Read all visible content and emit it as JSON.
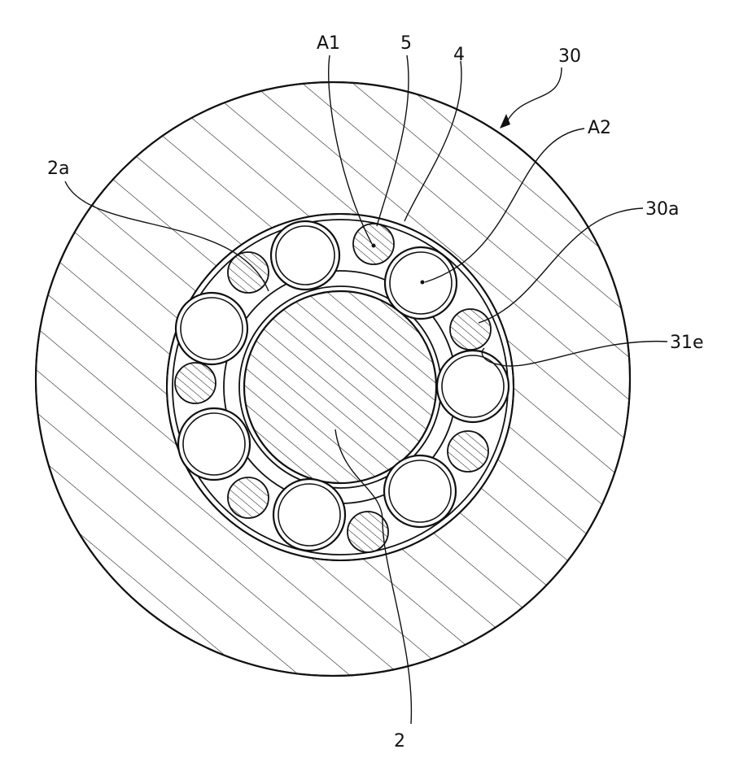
{
  "figure": {
    "labels": {
      "a1": "A1",
      "five": "5",
      "four": "4",
      "thirty": "30",
      "a2": "A2",
      "two_a": "2a",
      "thirty_a": "30a",
      "thirty_one_e": "31e",
      "two": "2"
    }
  },
  "colors": {
    "ink": "#111111",
    "background": "#ffffff"
  }
}
